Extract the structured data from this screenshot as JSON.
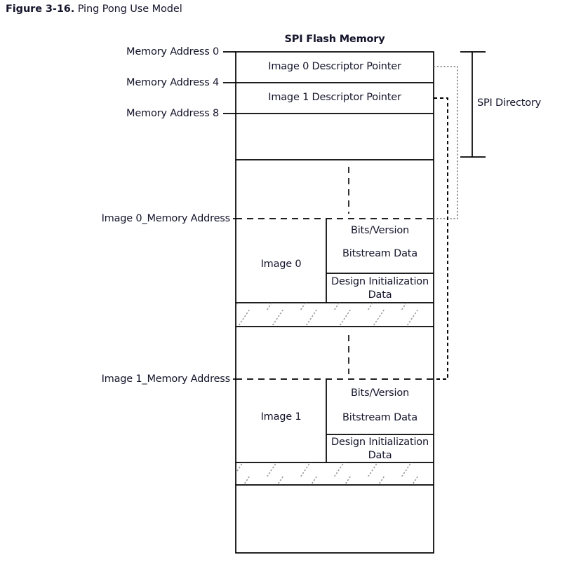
{
  "caption": {
    "label": "Figure 3-16.",
    "text": "Ping Pong Use Model"
  },
  "figure": {
    "title": "SPI Flash Memory",
    "directory_bracket_label": "SPI Directory"
  },
  "address_labels": [
    {
      "id": "mem-addr-0",
      "text": "Memory Address 0"
    },
    {
      "id": "mem-addr-4",
      "text": "Memory Address 4"
    },
    {
      "id": "mem-addr-8",
      "text": "Memory Address 8"
    },
    {
      "id": "image0-addr",
      "text": "Image 0_Memory Address"
    },
    {
      "id": "image1-addr",
      "text": "Image 1_Memory Address"
    }
  ],
  "directory_rows": [
    {
      "id": "image0-descriptor-pointer",
      "text": "Image 0  Descriptor Pointer"
    },
    {
      "id": "image1-descriptor-pointer",
      "text": "Image 1  Descriptor Pointer"
    }
  ],
  "images": [
    {
      "id": "image-0",
      "name": "Image 0",
      "sections": [
        {
          "id": "bits-version-0",
          "text": "Bits/Version"
        },
        {
          "id": "bitstream-data-0",
          "text": "Bitstream Data"
        },
        {
          "id": "design-init-data-0",
          "text": "Design Initialization Data"
        }
      ]
    },
    {
      "id": "image-1",
      "name": "Image 1",
      "sections": [
        {
          "id": "bits-version-1",
          "text": "Bits/Version"
        },
        {
          "id": "bitstream-data-1",
          "text": "Bitstream Data"
        },
        {
          "id": "design-init-data-1",
          "text": "Design Initialization Data"
        }
      ]
    }
  ],
  "colors": {
    "stroke": "#000000",
    "text": "#14142b",
    "pointer_image0": "#8a8a8a",
    "pointer_image1": "#000000",
    "hatch": "#9a9a9a",
    "background": "#ffffff"
  }
}
